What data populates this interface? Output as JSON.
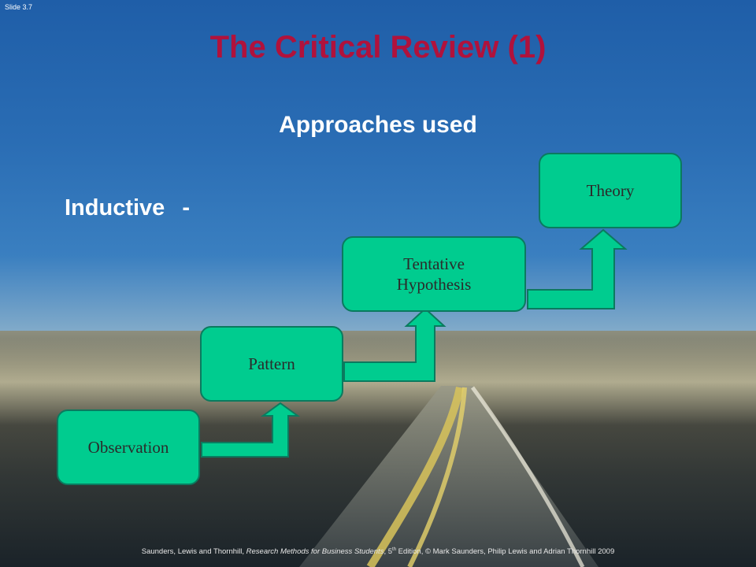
{
  "slide_number": "Slide 3.7",
  "title": "The Critical Review (1)",
  "subtitle": "Approaches used",
  "approach_label": "Inductive",
  "approach_dash": "-",
  "boxes": {
    "observation": "Observation",
    "pattern": "Pattern",
    "hypothesis_line1": "Tentative",
    "hypothesis_line2": "Hypothesis",
    "theory": "Theory"
  },
  "footer": {
    "authors": "Saunders, Lewis and Thornhill, ",
    "book": "Research Methods for Business Students",
    "edition_pre": ", 5",
    "edition_sup": "th",
    "edition_post": " Edition, © Mark Saunders, Philip Lewis and Adrian Thornhill 2009"
  },
  "colors": {
    "title": "#b0123c",
    "box_fill": "#00cc8f",
    "box_border": "#0b7a5f"
  }
}
